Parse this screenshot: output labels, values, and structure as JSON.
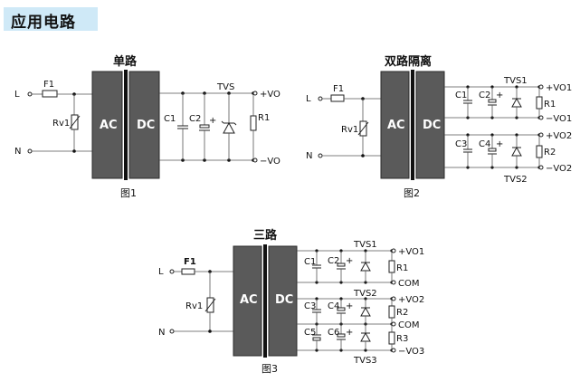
{
  "header": {
    "title": "应用电路"
  },
  "fig1": {
    "title": "单路",
    "caption": "图1",
    "L": "L",
    "N": "N",
    "F1": "F1",
    "Rv1": "Rv1",
    "ac": "AC",
    "dc": "DC",
    "C1": "C1",
    "C2": "C2",
    "plus": "+",
    "TVS": "TVS",
    "R1": "R1",
    "out_pos": "+VO",
    "out_neg": "−VO"
  },
  "fig2": {
    "title": "双路隔离",
    "caption": "图2",
    "L": "L",
    "N": "N",
    "F1": "F1",
    "Rv1": "Rv1",
    "ac": "AC",
    "dc": "DC",
    "C1": "C1",
    "C2": "C2",
    "C3": "C3",
    "C4": "C4",
    "plus1": "+",
    "plus2": "+",
    "TVS1": "TVS1",
    "TVS2": "TVS2",
    "R1": "R1",
    "R2": "R2",
    "o1p": "+VO1",
    "o1n": "−VO1",
    "o2p": "+VO2",
    "o2n": "−VO2"
  },
  "fig3": {
    "title": "三路",
    "caption": "图3",
    "L": "L",
    "N": "N",
    "F1": "F1",
    "Rv1": "Rv1",
    "ac": "AC",
    "dc": "DC",
    "C1": "C1",
    "C2": "C2",
    "C3": "C3",
    "C4": "C4",
    "C5": "C5",
    "C6": "C6",
    "plus1": "+",
    "plus2": "+",
    "plus3": "+",
    "TVS1": "TVS1",
    "TVS2": "TVS2",
    "TVS3": "TVS3",
    "R1": "R1",
    "R2": "R2",
    "R3": "R3",
    "o1": "+VO1",
    "com1": "COM",
    "o2": "+VO2",
    "com2": "COM",
    "o3": "−VO3"
  }
}
